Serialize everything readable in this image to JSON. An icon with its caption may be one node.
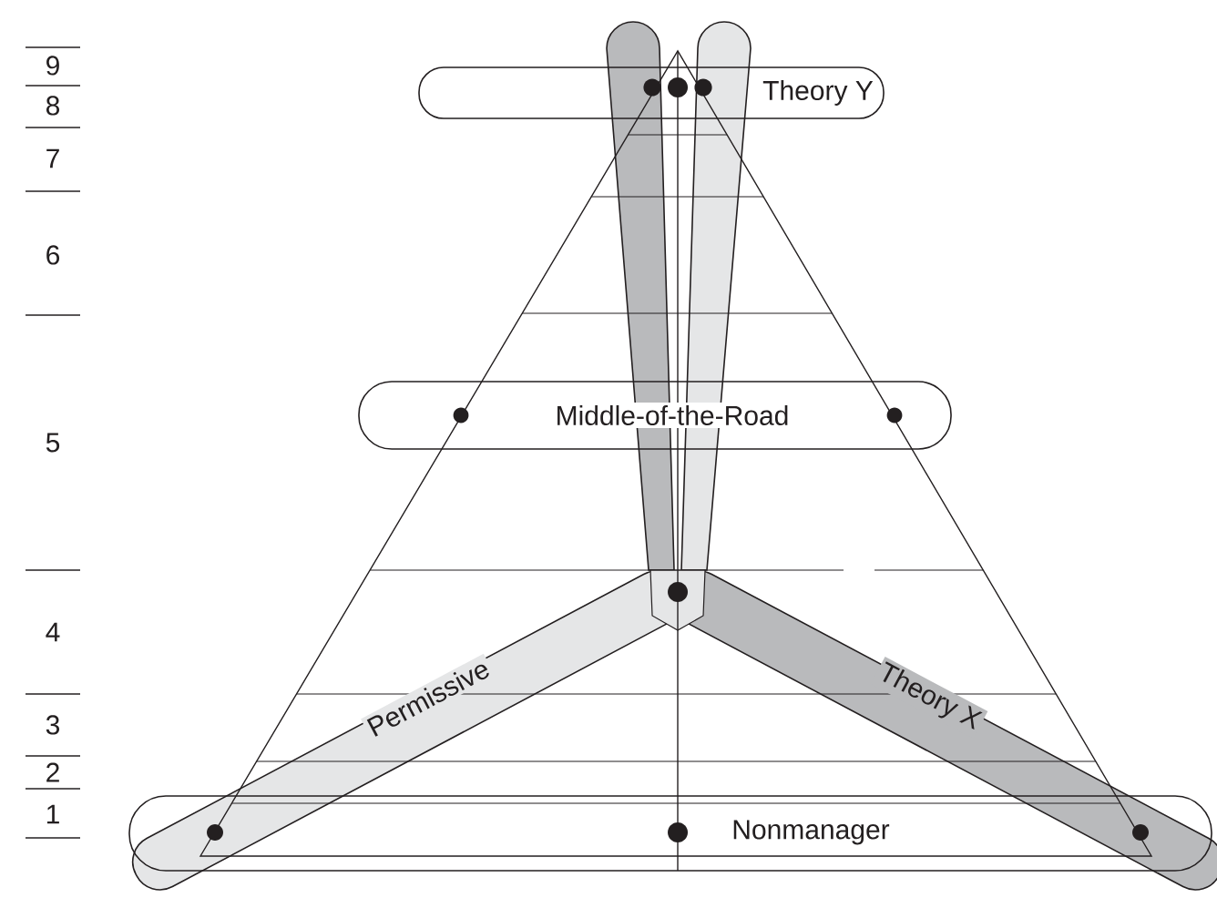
{
  "diagram": {
    "nodes": [
      {
        "text": [],
        "shape": "band"
      },
      {
        "text": [],
        "shape": "band"
      },
      {
        "text": [
          "Theory Y"
        ]
      },
      {
        "text": [
          "Middle-of-the-Road"
        ]
      },
      {
        "text": [
          "Permissive"
        ]
      },
      {
        "text": [
          "Theory X"
        ]
      },
      {
        "text": [
          "Nonmanager"
        ]
      }
    ],
    "labels": [
      "9",
      "8",
      "7",
      "6",
      "5",
      "4",
      "3",
      "2",
      "1"
    ]
  }
}
